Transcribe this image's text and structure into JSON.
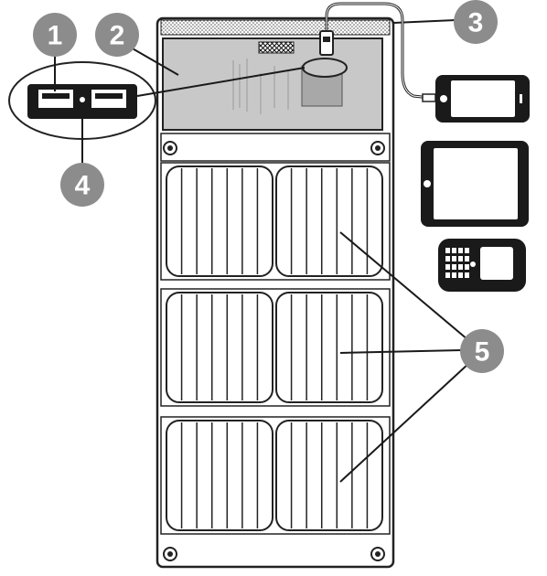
{
  "callouts": [
    {
      "id": "1",
      "label": "1"
    },
    {
      "id": "2",
      "label": "2"
    },
    {
      "id": "3",
      "label": "3"
    },
    {
      "id": "4",
      "label": "4"
    },
    {
      "id": "5",
      "label": "5"
    }
  ],
  "colors": {
    "callout_fill": "#8c8c8c",
    "line": "#1a1a1a",
    "pocket_fill": "#c8c8c8",
    "panel_border": "#222222",
    "device_fill": "#1a1a1a"
  },
  "icons": [
    "solar-panel-icon",
    "usb-port-icon",
    "usb-cable-icon",
    "smartphone-icon",
    "tablet-icon",
    "keyboard-phone-icon",
    "grommet-icon"
  ]
}
